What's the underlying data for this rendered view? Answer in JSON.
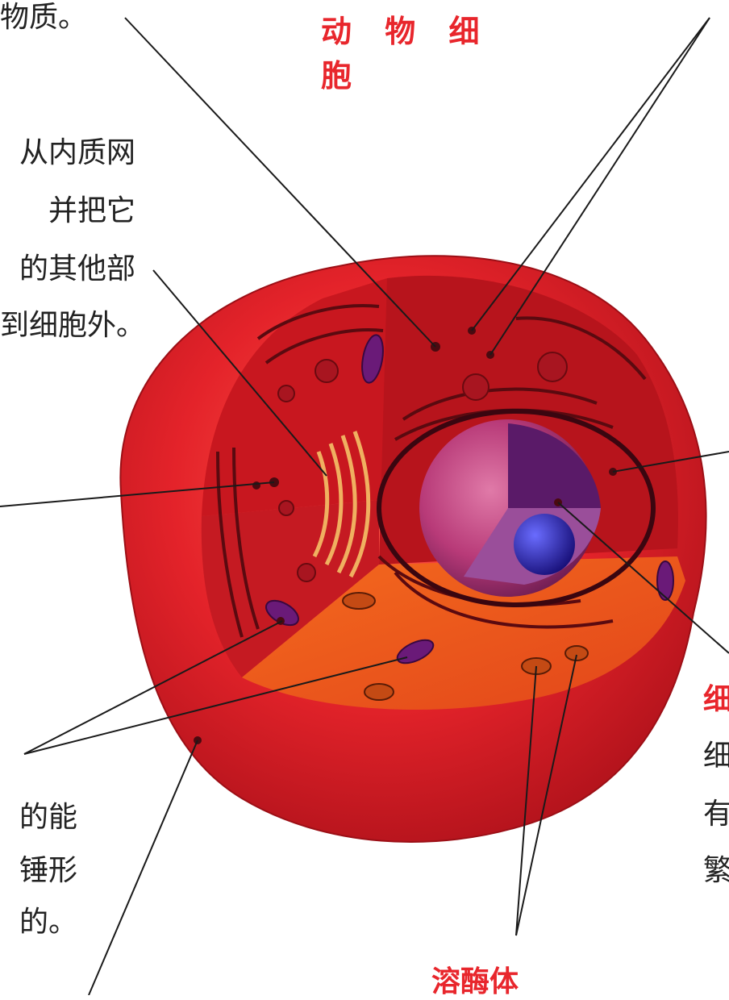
{
  "diagram": {
    "title": "动 物 细 胞",
    "labels": {
      "lysosome": "溶酶体",
      "nucleus_partial": "细"
    },
    "text_fragments": {
      "top_left": "物质。",
      "left_block": [
        "从内质网",
        "并把它",
        "的其他部",
        "到细胞外。"
      ],
      "bottom_left": [
        "的能",
        "锤形",
        "的。"
      ],
      "right_block": [
        "细",
        "有",
        "繁"
      ]
    },
    "colors": {
      "title": "#e8262c",
      "cell_outer": "#d81e22",
      "cytoplasm": "#b5131a",
      "nucleus": "#8a2a6e",
      "nucleolus": "#2a1fb0"
    }
  }
}
